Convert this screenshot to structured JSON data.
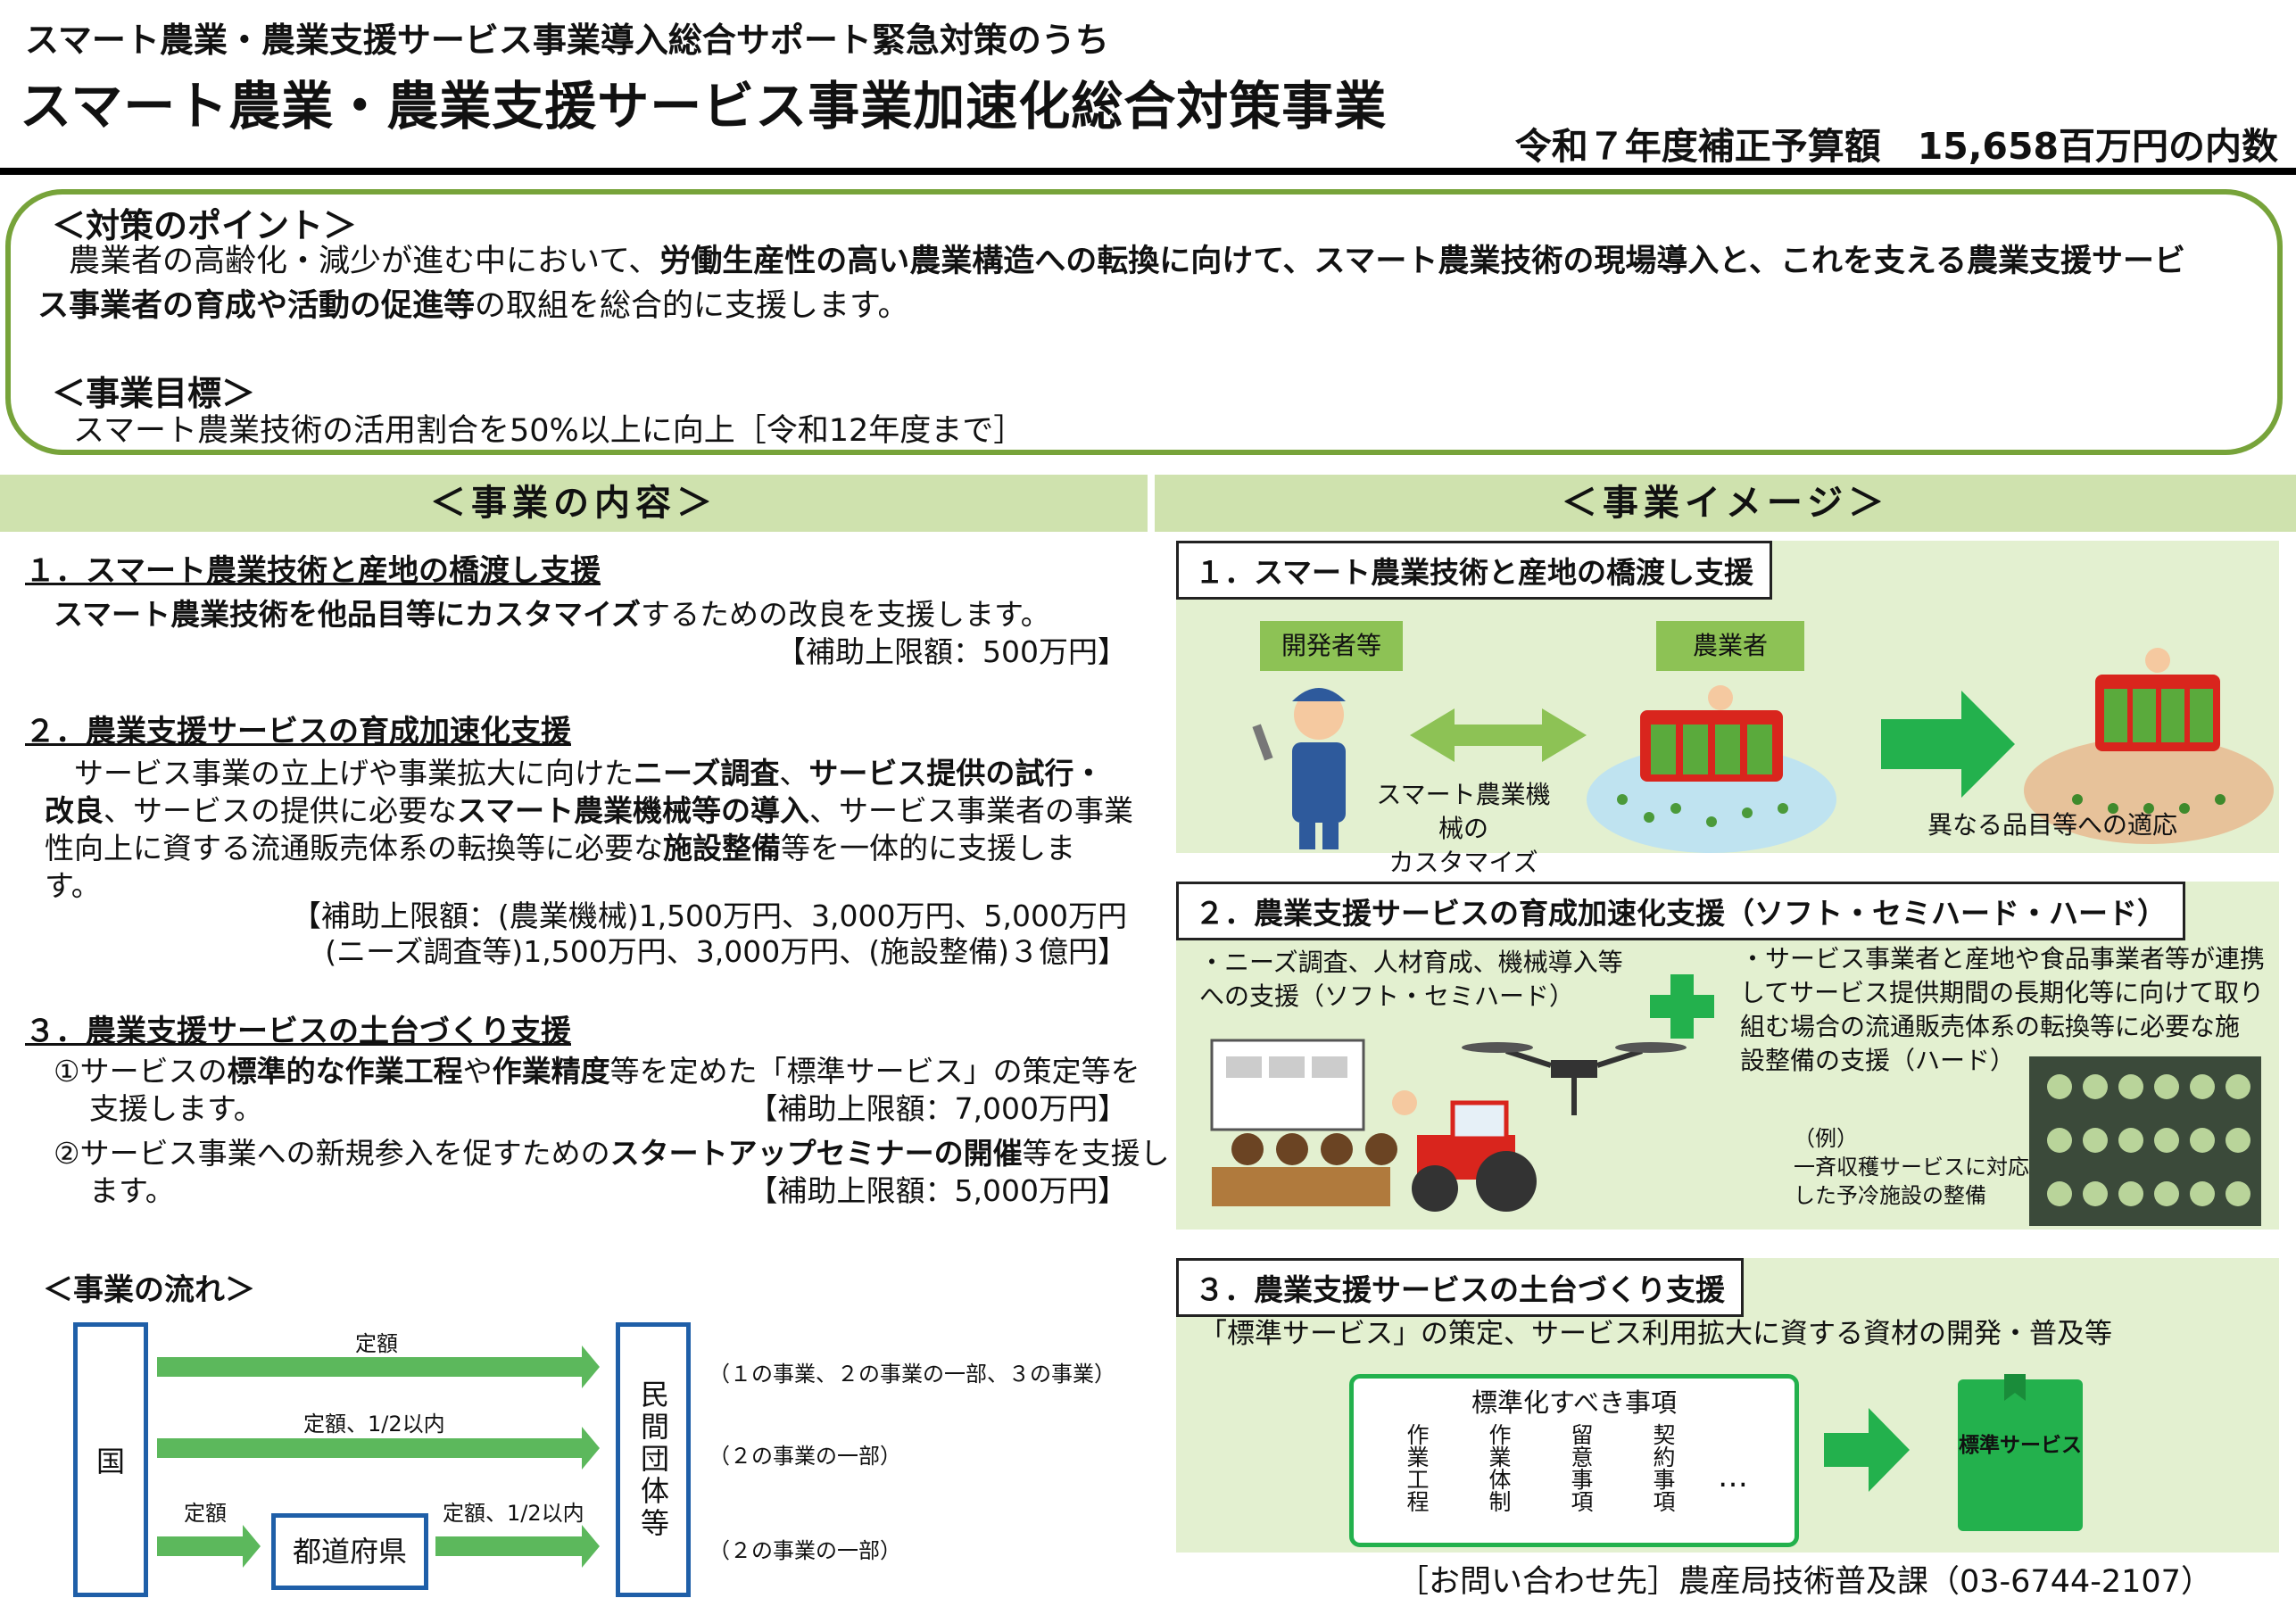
{
  "header": {
    "pre_title": "スマート農業・農業支援サービス事業導入総合サポート緊急対策のうち",
    "title": "スマート農業・農業支援サービス事業加速化総合対策事業",
    "budget": "令和７年度補正予算額　15,658百万円の内数"
  },
  "points": {
    "heading": "＜対策のポイント＞",
    "text_a": "　農業者の高齢化・減少が進む中において、",
    "text_b": "労働生産性の高い農業構造への転換に向けて、スマート農業技術の現場導入と、これを支える農業支援サービ",
    "text_c": "ス事業者の育成や活動の促進等",
    "text_d": "の取組を総合的に支援します。",
    "goal_heading": "＜事業目標＞",
    "goal_text": "スマート農業技術の活用割合を50%以上に向上［令和12年度まで］"
  },
  "left": {
    "bar": "＜事業の内容＞",
    "s1_title": "１．スマート農業技術と産地の橋渡し支援",
    "s1_text_b": "スマート農業技術を他品目等にカスタマイズ",
    "s1_text": "するための改良を支援します。",
    "s1_limit": "【補助上限額：500万円】",
    "s2_title": "２．農業支援サービスの育成加速化支援",
    "s2_p1": "　サービス事業の立上げや事業拡大に向けた",
    "s2_p1b": "ニーズ調査",
    "s2_p1c": "、",
    "s2_p1d": "サービス提供の試行・",
    "s2_p2b": "改良",
    "s2_p2": "、サービスの提供に必要な",
    "s2_p2c": "スマート農業機械等の導入",
    "s2_p2d": "、サービス事業者の事業",
    "s2_p3": "性向上に資する流通販売体系の転換等に必要な",
    "s2_p3b": "施設整備",
    "s2_p3c": "等を一体的に支援しま",
    "s2_p4": "す。",
    "s2_limit1": "【補助上限額：(農業機械)1,500万円、3,000万円、5,000万円",
    "s2_limit2": "(ニーズ調査等)1,500万円、3,000万円、(施設整備)３億円】",
    "s3_title": "３．農業支援サービスの土台づくり支援",
    "s3_i1a": "①サービスの",
    "s3_i1b": "標準的な作業工程",
    "s3_i1c": "や",
    "s3_i1d": "作業精度",
    "s3_i1e": "等を定めた「標準サービス」の策定等を",
    "s3_i1f": "支援します。",
    "s3_i1_limit": "【補助上限額：7,000万円】",
    "s3_i2a": "②サービス事業への新規参入を促すための",
    "s3_i2b": "スタートアップセミナーの開催",
    "s3_i2c": "等を支援し",
    "s3_i2d": "ます。",
    "s3_i2_limit": "【補助上限額：5,000万円】",
    "flow_heading": "＜事業の流れ＞",
    "flow": {
      "country": "国",
      "pref": "都道府県",
      "org": "民間団体等",
      "a1": "定額",
      "a2": "定額、1/2以内",
      "a3": "定額",
      "a4": "定額、1/2以内",
      "n1": "（１の事業、２の事業の一部、３の事業）",
      "n2": "（２の事業の一部）",
      "n3": "（２の事業の一部）"
    }
  },
  "right": {
    "bar": "＜事業イメージ＞",
    "p1_title": "１．スマート農業技術と産地の橋渡し支援",
    "p1_tag1": "開発者等",
    "p1_tag2": "農業者",
    "p1_cap1a": "スマート農業機械の",
    "p1_cap1b": "カスタマイズ",
    "p1_cap2": "異なる品目等への適応",
    "p2_title": "２．農業支援サービスの育成加速化支援（ソフト・セミハード・ハード）",
    "p2_left1": "・ニーズ調査、人材育成、機械導入等",
    "p2_left2": "への支援（ソフト・セミハード）",
    "p2_r1": "・サービス事業者と産地や食品事業者等が連携",
    "p2_r2": "してサービス提供期間の長期化等に向けて取り",
    "p2_r3": "組む場合の流通販売体系の転換等に必要な施",
    "p2_r4": "設整備の支援（ハード）",
    "p2_ex1": "（例）",
    "p2_ex2": "一斉収穫サービスに対応",
    "p2_ex3": "した予冷施設の整備",
    "p3_title": "３．農業支援サービスの土台づくり支援",
    "p3_sub": "「標準サービス」の策定、サービス利用拡大に資する資材の開発・普及等",
    "p3_box_title": "標準化すべき事項",
    "p3_items": [
      "作業工程",
      "作業体制",
      "留意事項",
      "契約事項"
    ],
    "p3_dots": "…",
    "p3_book": "標準サービス"
  },
  "contact": "［お問い合わせ先］農産局技術普及課（03-6744-2107）"
}
